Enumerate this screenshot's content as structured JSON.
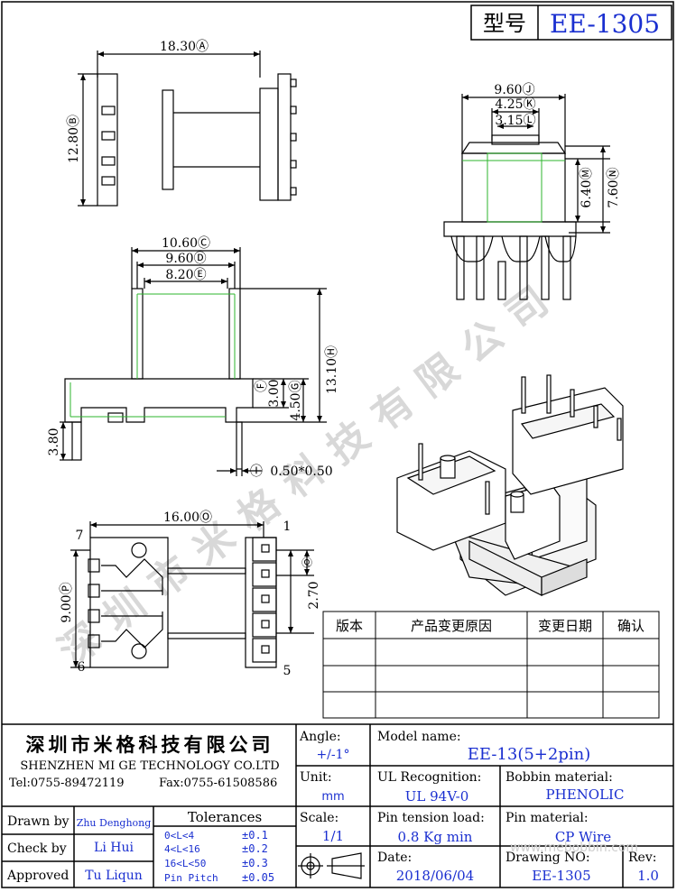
{
  "header": {
    "type_label": "型号",
    "model": "EE-1305"
  },
  "watermark": {
    "chars": [
      "深",
      "圳",
      "市",
      "米",
      "格",
      "科",
      "技",
      "有",
      "限",
      "公",
      "司"
    ],
    "url": "www.mebobbin.com"
  },
  "top_view": {
    "width": "18.30Ⓐ",
    "height": "12.80Ⓑ"
  },
  "side_view": {
    "w1": "9.60Ⓙ",
    "w2": "4.25Ⓚ",
    "w3": "3.15Ⓛ",
    "h1": "6.40Ⓜ",
    "h2": "7.60Ⓝ"
  },
  "front_view": {
    "d1": "10.60Ⓒ",
    "d2": "9.60Ⓓ",
    "d3": "8.20Ⓔ",
    "h": "13.10Ⓗ",
    "f": "Ⓕ",
    "f_val": "3.00",
    "g_val": "4.50Ⓖ",
    "pin_len": "3.80",
    "pin": "0.50*0.50",
    "pin_mark": "Ⓘ"
  },
  "bottom_view": {
    "width": "16.00Ⓞ",
    "height": "9.00Ⓟ",
    "pitch": "2.70",
    "q_mark": "Ⓠ",
    "pin1": "1",
    "pin5": "5",
    "pin6": "6",
    "pin7": "7"
  },
  "revision_table": {
    "headers": [
      "版本",
      "产品变更原因",
      "变更日期",
      "确认"
    ],
    "rows": [
      [
        "",
        "",
        "",
        ""
      ],
      [
        "",
        "",
        "",
        ""
      ],
      [
        "",
        "",
        "",
        ""
      ]
    ]
  },
  "title_block": {
    "company_cn": "深圳市米格科技有限公司",
    "company_en": "SHENZHEN  MI GE TECHNOLOGY  CO.LTD",
    "tel": "Tel:0755-89472119",
    "fax": "Fax:0755-61508586",
    "angle_label": "Angle:",
    "angle_value": "+/-1°",
    "unit_label": "Unit:",
    "unit_value": "mm",
    "scale_label": "Scale:",
    "scale_value": "1/1",
    "model_label": "Model name:",
    "model_value": "EE-13(5+2pin)",
    "ul_label": "UL Recognition:",
    "ul_value": "UL 94V-0",
    "bobbin_label": "Bobbin material:",
    "bobbin_value": "PHENOLIC",
    "tension_label": "Pin tension load:",
    "tension_value": "0.8 Kg min",
    "pinmat_label": "Pin material:",
    "pinmat_value": "CP Wire",
    "date_label": "Date:",
    "date_value": "2018/06/04",
    "drawing_label": "Drawing NO:",
    "drawing_value": "EE-1305",
    "rev_label": "Rev:",
    "rev_value": "1.0",
    "drawn_label": "Drawn by",
    "drawn_value": "Zhu Denghong",
    "check_label": "Check by",
    "check_value": "Li Hui",
    "approved_label": "Approved",
    "approved_value": "Tu Liqun",
    "tol_title": "Tolerances",
    "tolerances": [
      {
        "range": "0<L<4",
        "value": "±0.1"
      },
      {
        "range": "4<L<16",
        "value": "±0.2"
      },
      {
        "range": "16<L<50",
        "value": "±0.3"
      },
      {
        "range": "Pin Pitch",
        "value": "±0.05"
      }
    ]
  }
}
